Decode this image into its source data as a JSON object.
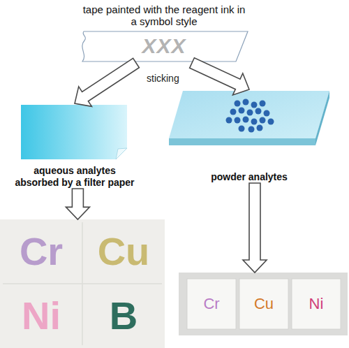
{
  "diagram": {
    "nodes": [
      {
        "text": [
          "tape painted with the reagent ink in a symbol style",
          "XXX"
        ]
      },
      {
        "text": [
          "aqueous analytes absorbed by a filter paper"
        ]
      },
      {
        "text": [
          "powder analytes"
        ]
      },
      {
        "text": [
          "Cr",
          "Cu",
          "Ni",
          "B"
        ]
      },
      {
        "text": [
          "Cr",
          "Cu",
          "Ni"
        ]
      }
    ],
    "edges": [
      {
        "from": 0,
        "to": 1,
        "arrow": "to"
      },
      {
        "from": 0,
        "to": 2,
        "arrow": "to"
      },
      {
        "from": 1,
        "to": 3,
        "arrow": "to"
      },
      {
        "from": 2,
        "to": 4,
        "arrow": "to"
      }
    ],
    "labels": [
      "sticking"
    ]
  }
}
